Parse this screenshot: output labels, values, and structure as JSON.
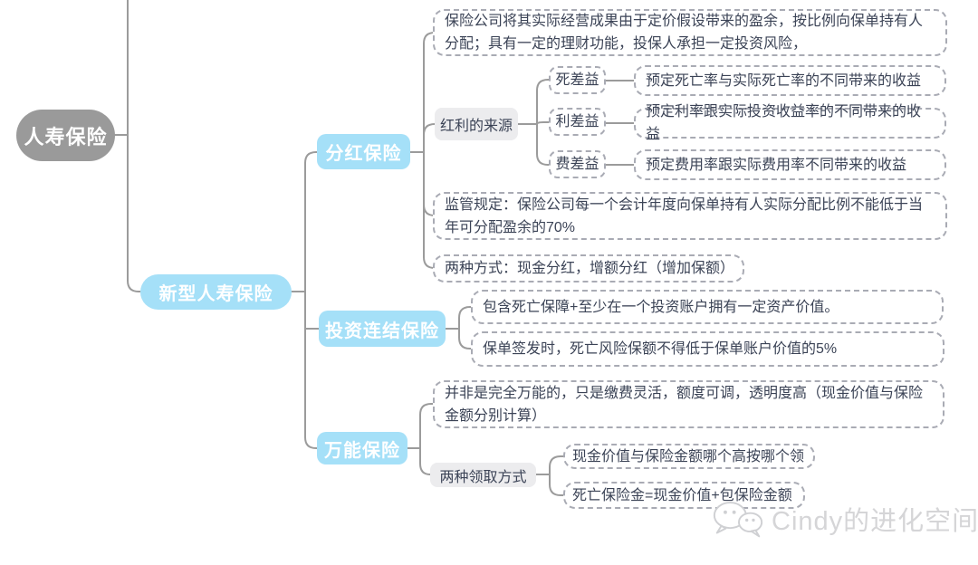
{
  "colors": {
    "topic_blue": "#a5e0f8",
    "root_gray": "#9a9a9a",
    "subtopic_gray": "#ececee",
    "connector_gray": "#9b9b9b",
    "dashed_border": "#a9abb4",
    "text_dark": "#3b4356",
    "watermark_gray": "#d5d5d7"
  },
  "mindmap": {
    "root": "人寿保险",
    "level1": "新型人寿保险",
    "fenhong": {
      "label": "分红保险",
      "summary": "保险公司将其实际经营成果由于定价假设带来的盈余，按比例向保单持有人分配；具有一定的理财功能，投保人承担一定投资风险，",
      "source_label": "红利的来源",
      "sources": [
        {
          "term": "死差益",
          "desc": "预定死亡率与实际死亡率的不同带来的收益"
        },
        {
          "term": "利差益",
          "desc": "预定利率跟实际投资收益率的不同带来的收益"
        },
        {
          "term": "费差益",
          "desc": "预定费用率跟实际费用率不同带来的收益"
        }
      ],
      "regulation": "监管规定：保险公司每一个会计年度向保单持有人实际分配比例不能低于当年可分配盈余的70%",
      "methods": "两种方式：现金分红，增额分红（增加保额）"
    },
    "touzi": {
      "label": "投资连结保险",
      "points": [
        "包含死亡保障+至少在一个投资账户拥有一定资产价值。",
        "保单签发时，死亡风险保额不得低于保单账户价值的5%"
      ]
    },
    "wanneng": {
      "label": "万能保险",
      "note": "并非是完全万能的，只是缴费灵活，额度可调，透明度高（现金价值与保险金额分别计算）",
      "withdraw_label": "两种领取方式",
      "withdraw_options": [
        "现金价值与保险金额哪个高按哪个领",
        "死亡保险金=现金价值+包保险金额"
      ]
    }
  },
  "watermark": {
    "text": "Cindy的进化空间",
    "logo_icon": "wechat-bubbles"
  }
}
